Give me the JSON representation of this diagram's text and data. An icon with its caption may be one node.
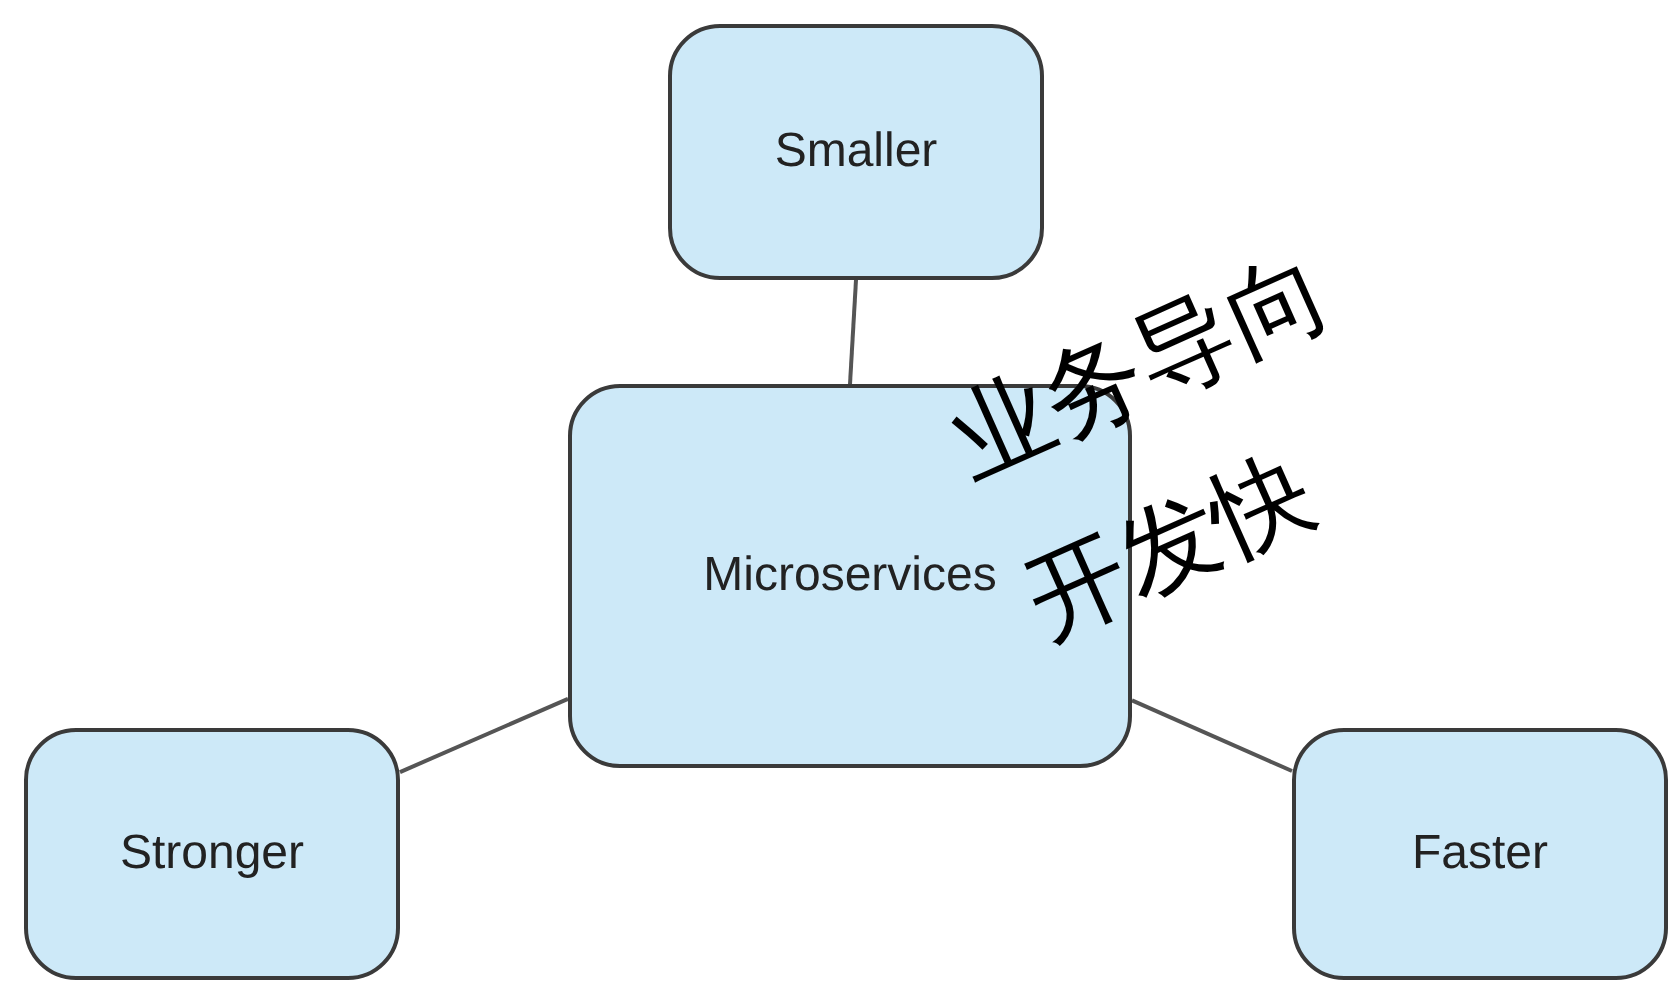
{
  "diagram": {
    "nodes": [
      {
        "text": [
          "Smaller"
        ]
      },
      {
        "text": [
          "Microservices"
        ]
      },
      {
        "text": [
          "Stronger"
        ]
      },
      {
        "text": [
          "Faster"
        ]
      }
    ],
    "edges": [
      {
        "from": 0,
        "to": 1,
        "arrow": "none"
      },
      {
        "from": 2,
        "to": 1,
        "arrow": "none"
      },
      {
        "from": 3,
        "to": 1,
        "arrow": "none"
      }
    ],
    "labels": [
      "业务导向",
      "开发快"
    ]
  }
}
